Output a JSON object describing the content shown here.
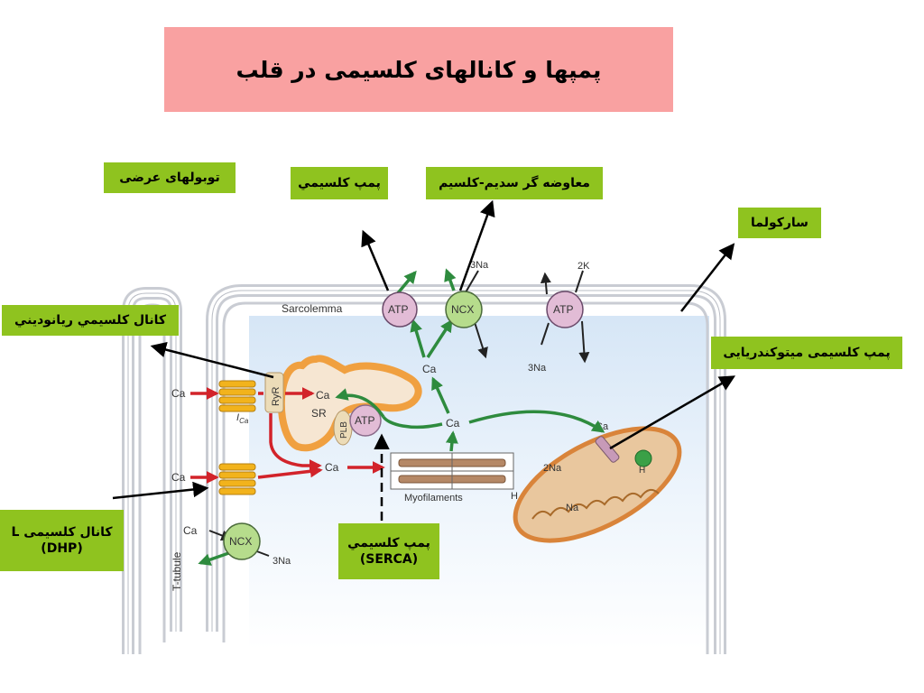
{
  "title": "پمپها و کانالهای کلسیمی در قلب",
  "labels": {
    "t_tubules": "توبولهای عرضی",
    "calcium_pump_top": "پمپ کلسيمي",
    "na_ca_exchanger": "معاوضه گر سديم-کلسيم",
    "sarcolemma_fa": "سارکولما",
    "ryanodine_channel": "کانال کلسيمي ريانوديني",
    "mito_pump": "پمپ کلسیمی میتوکندریایی",
    "l_channel_line1": "کانال کلسیمی L",
    "l_channel_line2": "(DHP)",
    "serca_line1": "پمپ کلسيمي",
    "serca_line2": "(SERCA)"
  },
  "diagram": {
    "sarcolemma": "Sarcolemma",
    "t_tubule": "T-tubule",
    "sr": "SR",
    "ryr": "RyR",
    "plb": "PLB",
    "atp": "ATP",
    "ncx": "NCX",
    "ca": "Ca",
    "ica_main": "I",
    "ica_sub": "Ca",
    "na3": "3Na",
    "k2": "2K",
    "na2": "2Na",
    "na": "Na",
    "h": "H",
    "myofilaments": "Myofilaments"
  },
  "colors": {
    "title_bg": "#f9a1a1",
    "label_bg": "#8fc31f",
    "green_arrow": "#2e8b3e",
    "red_arrow": "#d2232a",
    "sr_orange": "#f0a040",
    "channel_yellow": "#f2b31c",
    "atp_pink": "#e2bcd6",
    "ncx_green": "#b6dc8c",
    "mito_orange": "#d9843a"
  }
}
